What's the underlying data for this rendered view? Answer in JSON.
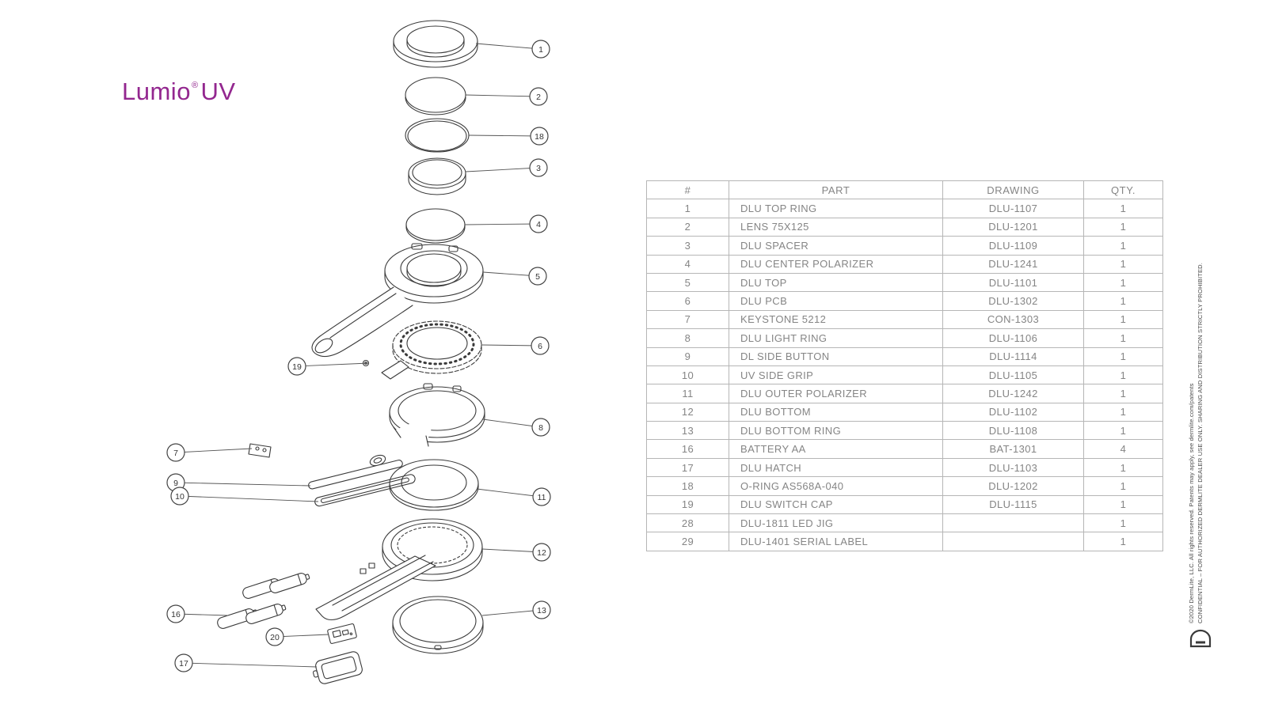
{
  "logo": {
    "name": "Lumio",
    "reg": "®",
    "product": "UV"
  },
  "table": {
    "headers": [
      "#",
      "PART",
      "DRAWING",
      "QTY."
    ],
    "rows": [
      [
        "1",
        "DLU TOP RING",
        "DLU-1107",
        "1"
      ],
      [
        "2",
        "LENS 75X125",
        "DLU-1201",
        "1"
      ],
      [
        "3",
        "DLU SPACER",
        "DLU-1109",
        "1"
      ],
      [
        "4",
        "DLU CENTER POLARIZER",
        "DLU-1241",
        "1"
      ],
      [
        "5",
        "DLU TOP",
        "DLU-1101",
        "1"
      ],
      [
        "6",
        "DLU PCB",
        "DLU-1302",
        "1"
      ],
      [
        "7",
        "KEYSTONE 5212",
        "CON-1303",
        "1"
      ],
      [
        "8",
        "DLU LIGHT RING",
        "DLU-1106",
        "1"
      ],
      [
        "9",
        "DL SIDE BUTTON",
        "DLU-1114",
        "1"
      ],
      [
        "10",
        "UV SIDE GRIP",
        "DLU-1105",
        "1"
      ],
      [
        "11",
        "DLU OUTER POLARIZER",
        "DLU-1242",
        "1"
      ],
      [
        "12",
        "DLU BOTTOM",
        "DLU-1102",
        "1"
      ],
      [
        "13",
        "DLU BOTTOM RING",
        "DLU-1108",
        "1"
      ],
      [
        "16",
        "BATTERY AA",
        "BAT-1301",
        "4"
      ],
      [
        "17",
        "DLU HATCH",
        "DLU-1103",
        "1"
      ],
      [
        "18",
        "O-RING AS568A-040",
        "DLU-1202",
        "1"
      ],
      [
        "19",
        "DLU SWITCH CAP",
        "DLU-1115",
        "1"
      ],
      [
        "28",
        "DLU-1811 LED JIG",
        "",
        "1"
      ],
      [
        "29",
        "DLU-1401 SERIAL LABEL",
        "",
        "1"
      ]
    ]
  },
  "diagram": {
    "callouts": [
      "1",
      "2",
      "18",
      "3",
      "4",
      "5",
      "6",
      "19",
      "8",
      "7",
      "9",
      "10",
      "11",
      "12",
      "16",
      "20",
      "17",
      "13"
    ]
  },
  "legal": {
    "copyright": "©2020 DermLite, LLC. All rights reserved. Patents may apply, see dermlite.com/patents",
    "confidential": "CONFIDENTIAL – FOR AUTHORIZED DERMLITE DEALER USE ONLY. SHARING AND DISTRIBUTION STRICTLY PROHIBITED."
  },
  "colors": {
    "brand_purple": "#93278F",
    "diagram_line": "#3a3a3a",
    "table_border": "#b6b6b6",
    "table_text": "#858585"
  }
}
